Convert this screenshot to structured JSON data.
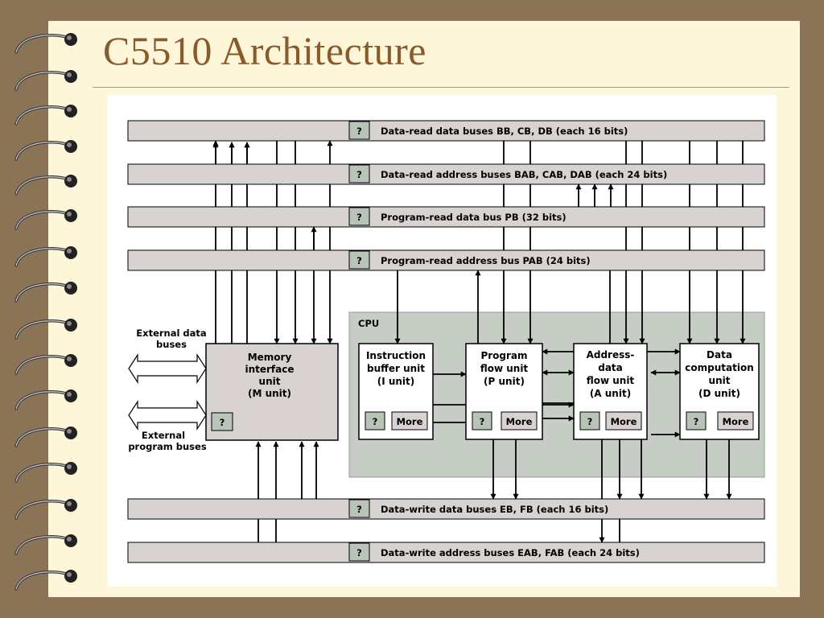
{
  "slide": {
    "title": "C5510 Architecture"
  },
  "colors": {
    "background": "#8b7355",
    "paper": "#fdf6d8",
    "title": "#8b5a2b",
    "bus": "#d8d3d0",
    "cpu": "#c5cdc5",
    "unit": "#ffffff",
    "memory_unit": "#d8d3d0",
    "help_button": "#b8c4b8"
  },
  "diagram": {
    "help_label": "?",
    "more_label": "More",
    "buses": [
      {
        "label": "Data-read data buses BB, CB, DB (each 16 bits)"
      },
      {
        "label": "Data-read address buses BAB, CAB, DAB (each 24 bits)"
      },
      {
        "label": "Program-read data bus PB (32 bits)"
      },
      {
        "label": "Program-read address bus PAB (24 bits)"
      },
      {
        "label": "Data-write data buses EB, FB (each 16 bits)"
      },
      {
        "label": "Data-write address buses EAB, FAB (each 24 bits)"
      }
    ],
    "cpu_label": "CPU",
    "memory_unit": {
      "lines": [
        "Memory",
        "interface",
        "unit",
        "(M unit)"
      ]
    },
    "units": [
      {
        "lines": [
          "Instruction",
          "buffer unit",
          "(I unit)"
        ]
      },
      {
        "lines": [
          "Program",
          "flow unit",
          "(P unit)"
        ]
      },
      {
        "lines": [
          "Address-",
          "data",
          "flow unit",
          "(A unit)"
        ]
      },
      {
        "lines": [
          "Data",
          "computation",
          "unit",
          "(D unit)"
        ]
      }
    ],
    "external_data": [
      "External data",
      "buses"
    ],
    "external_program": [
      "External",
      "program buses"
    ]
  }
}
